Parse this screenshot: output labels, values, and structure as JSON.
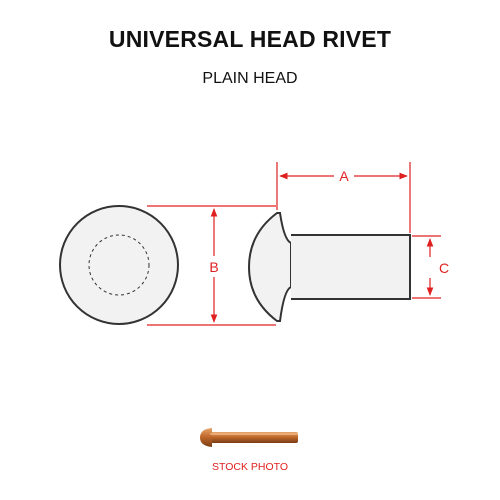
{
  "title": "UNIVERSAL HEAD RIVET",
  "subtitle": "PLAIN HEAD",
  "dimensions": {
    "a": "A",
    "b": "B",
    "c": "C"
  },
  "stock_photo_label": "STOCK PHOTO",
  "colors": {
    "dimension": "#e02020",
    "outline": "#333333",
    "fill": "#f2f2f2",
    "copper": "#c06a2b"
  }
}
